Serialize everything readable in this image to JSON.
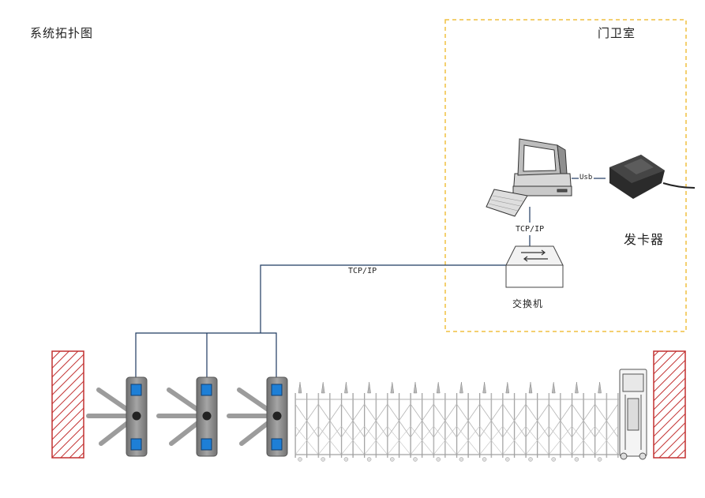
{
  "title": "系统拓扑图",
  "guard_room": {
    "label": "门卫室"
  },
  "card_issuer": {
    "label": "发卡器"
  },
  "switch": {
    "label": "交换机"
  },
  "links": {
    "pc_to_switch": "TCP/IP",
    "switch_to_gates": "TCP/IP",
    "pc_to_reader": "Usb"
  },
  "colors": {
    "room_border": "#f0c040",
    "gate_body": "#8a8a8a",
    "gate_indicator": "#1e7fd6",
    "network_line": "#1f3a60",
    "wall_hatch": "#c23030"
  }
}
